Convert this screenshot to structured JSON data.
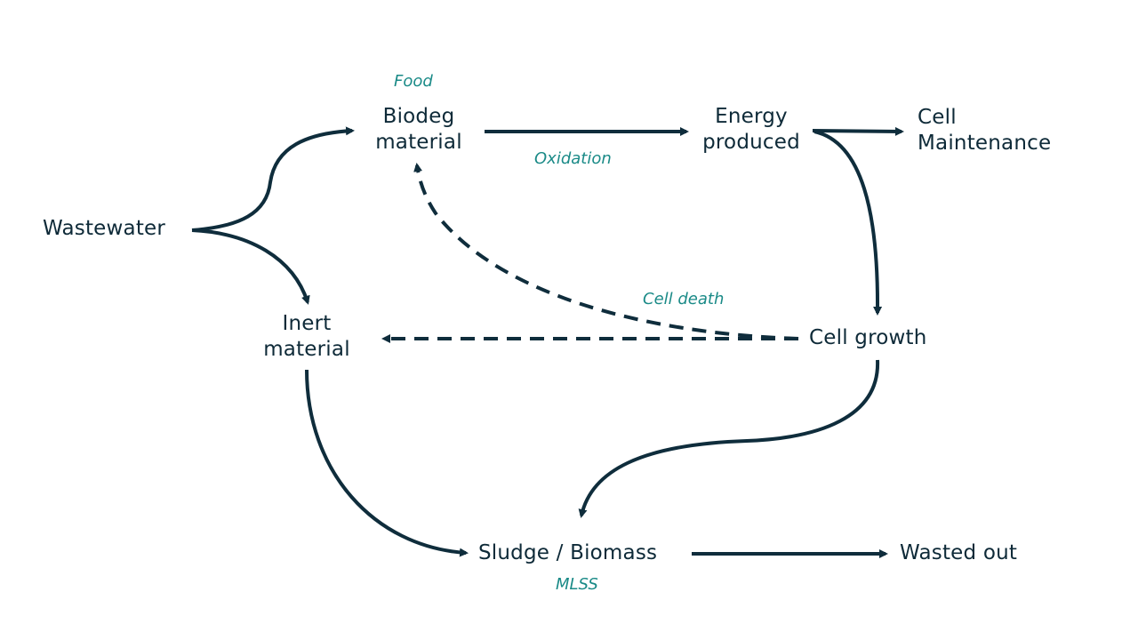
{
  "diagram": {
    "nodes": {
      "wastewater": "Wastewater",
      "biodeg": [
        "Biodeg",
        "material"
      ],
      "energy": [
        "Energy",
        "produced"
      ],
      "maintenance": [
        "Cell",
        "Maintenance"
      ],
      "inert": [
        "Inert",
        "material"
      ],
      "growth": "Cell growth",
      "sludge": "Sludge / Biomass",
      "wasted": "Wasted out"
    },
    "annotations": {
      "food": "Food",
      "oxidation": "Oxidation",
      "cell_death": "Cell death",
      "mlss": "MLSS"
    },
    "edges": [
      {
        "from": "Wastewater",
        "to": "Biodeg material",
        "style": "solid"
      },
      {
        "from": "Wastewater",
        "to": "Inert material",
        "style": "solid"
      },
      {
        "from": "Biodeg material",
        "to": "Energy produced",
        "style": "solid",
        "label": "Oxidation"
      },
      {
        "from": "Energy produced",
        "to": "Cell Maintenance",
        "style": "solid"
      },
      {
        "from": "Energy produced",
        "to": "Cell growth",
        "style": "solid"
      },
      {
        "from": "Cell growth",
        "to": "Biodeg material",
        "style": "dashed",
        "label": "Cell death"
      },
      {
        "from": "Cell growth",
        "to": "Inert material",
        "style": "dashed"
      },
      {
        "from": "Cell growth",
        "to": "Sludge / Biomass",
        "style": "solid"
      },
      {
        "from": "Inert material",
        "to": "Sludge / Biomass",
        "style": "solid"
      },
      {
        "from": "Sludge / Biomass",
        "to": "Wasted out",
        "style": "solid"
      }
    ],
    "colors": {
      "node_text": "#0e2a38",
      "annotation_text": "#1a8a87",
      "arrow": "#0f2d3c"
    }
  }
}
